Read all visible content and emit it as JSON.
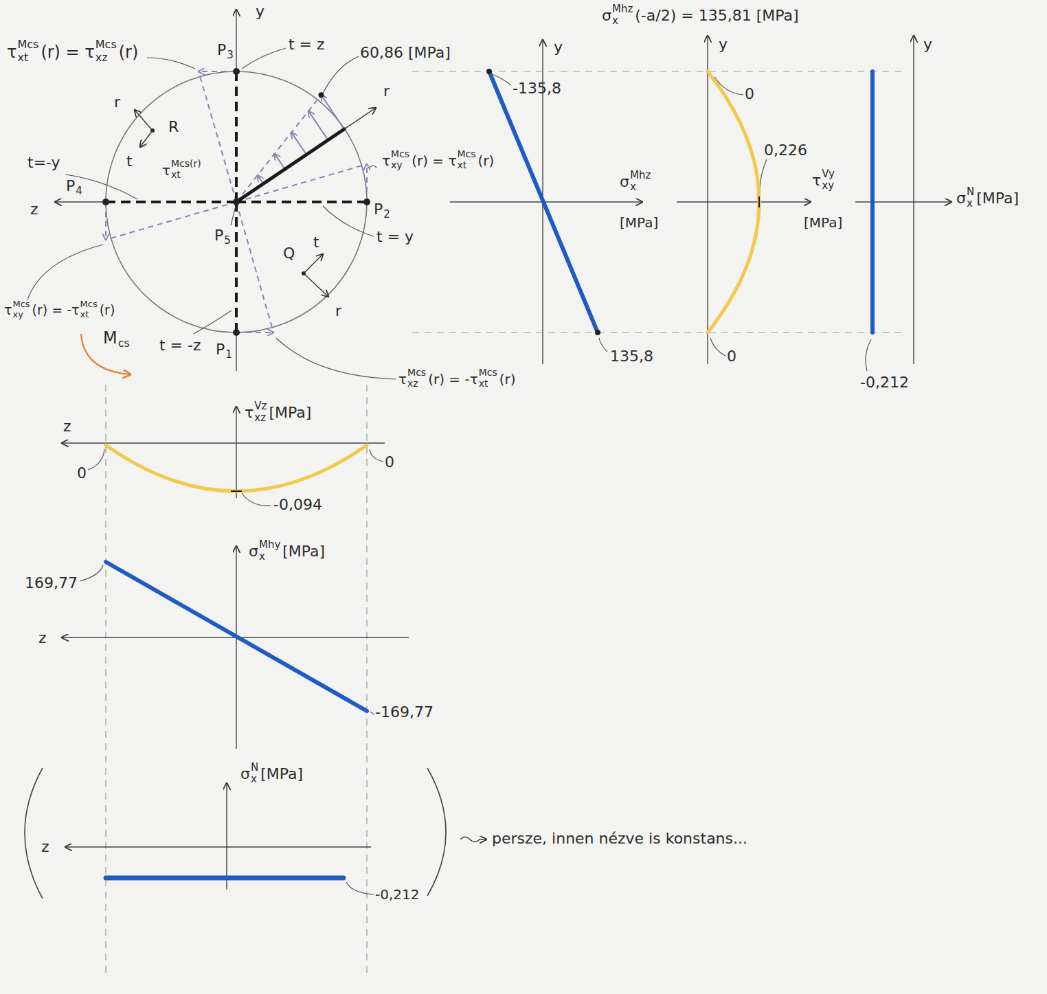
{
  "diagram": {
    "labels": [
      "τ",
      "Mcs",
      "xt",
      "(r) = τ",
      "Mcs",
      "xz",
      "(r)",
      "P",
      "3",
      "t = z",
      "60,86 [MPa]",
      "y",
      "r",
      "r",
      "R",
      "t",
      "τ",
      "Mcs(r)",
      "xt",
      "t=-y",
      "τ",
      "Mcs",
      "xy",
      "(r) = τ",
      "Mcs",
      "xt",
      "(r)",
      "P",
      "4",
      "z",
      "P",
      "2",
      "t = y",
      "P",
      "5",
      "Q",
      "t",
      "r",
      "τ",
      "Mcs",
      "xy",
      "(r) = -τ",
      "Mcs",
      "xt",
      "(r)",
      "M",
      "cs",
      "t = -z",
      "P",
      "1",
      "τ",
      "Mcs",
      "xz",
      "(r) = -τ",
      "Mcs",
      "xt",
      "(r)",
      "σ",
      "Mhz",
      "x",
      "(-a/2) = 135,81 [MPa]",
      "y",
      "-135,8",
      "σ",
      "Mhz",
      "x",
      "[MPa]",
      "135,8",
      "y",
      "0",
      "0,226",
      "τ",
      "Vy",
      "xy",
      "[MPa]",
      "0",
      "y",
      "σ",
      "N",
      "x",
      "[MPa]",
      "-0,212",
      "z",
      "τ",
      "Vz",
      "xz",
      "[MPa]",
      "0",
      "0",
      "-0,094",
      "z",
      "σ",
      "Mhy",
      "x",
      "[MPa]",
      "169,77",
      "-169,77",
      "z",
      "σ",
      "N",
      "x",
      "[MPa]",
      "-0,212",
      "persze, innen nézve is konstans..."
    ]
  }
}
